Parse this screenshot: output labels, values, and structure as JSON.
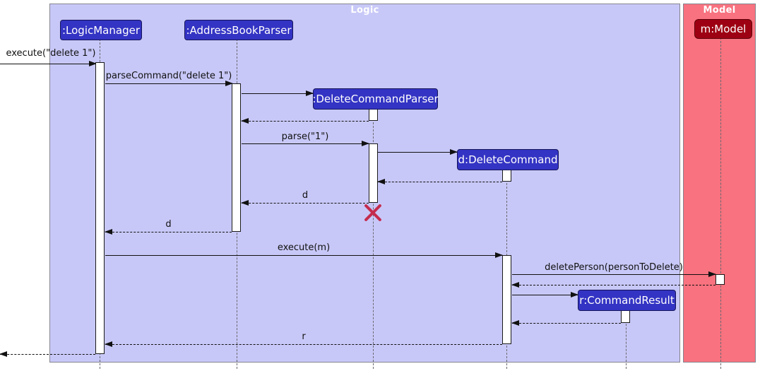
{
  "frames": {
    "logic": {
      "title": "Logic"
    },
    "model": {
      "title": "Model"
    }
  },
  "participants": {
    "logic_manager": ":LogicManager",
    "address_book_parser": ":AddressBookParser",
    "delete_command_parser": ":DeleteCommandParser",
    "delete_command": "d:DeleteCommand",
    "command_result": "r:CommandResult",
    "model": "m:Model"
  },
  "messages": {
    "execute_delete": "execute(\"delete 1\")",
    "parse_command": "parseCommand(\"delete 1\")",
    "parse": "parse(\"1\")",
    "return_d_to_parser": "d",
    "return_d_to_manager": "d",
    "execute_m": "execute(m)",
    "delete_person": "deletePerson(personToDelete)",
    "return_r": "r"
  },
  "colors": {
    "logic_frame_fill": "#C8C8F8",
    "model_frame_fill": "#F8727F",
    "frame_border": "#85858F",
    "participant_fill": "#3333C4",
    "model_participant_fill": "#9D0012",
    "destroy_x": "#C42C4D",
    "arrow": "#111111"
  }
}
